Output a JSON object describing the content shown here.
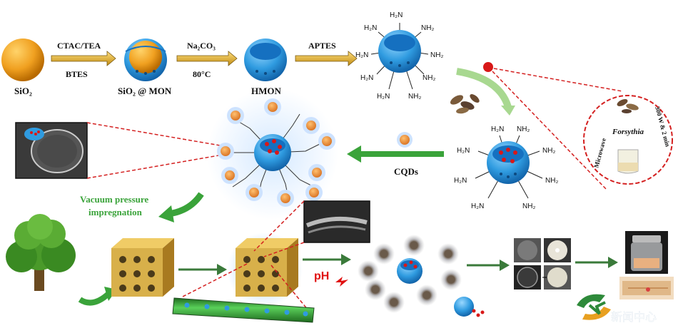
{
  "steps": {
    "sio2": "SiO₂",
    "ctac": "CTAC/TEA",
    "btes": "BTES",
    "sio2_mon": "SiO₂ @ MON",
    "na2co3": "Na₂CO₃",
    "temp": "80°C",
    "hmon": "HMON",
    "aptes": "APTES",
    "cqds": "CQDs",
    "vacuum1": "Vacuum pressure",
    "vacuum2": "impregnation",
    "ph": "pH"
  },
  "amine": {
    "h2n": "H₂N",
    "nh2": "NH₂"
  },
  "inset": {
    "forsythia": "Forsythia",
    "microwave": "Microwave",
    "conditions": "300 W & 2 min"
  },
  "watermark": "新闻中心",
  "colors": {
    "sphere_orange": "#f0a020",
    "mon_blue": "#2f9be0",
    "arrow_gold": "#d8a21a",
    "arrow_green": "#3aa33a",
    "dash_red": "#d42020",
    "wood": "#d8b04a",
    "cqd_dot": "#e06030"
  }
}
